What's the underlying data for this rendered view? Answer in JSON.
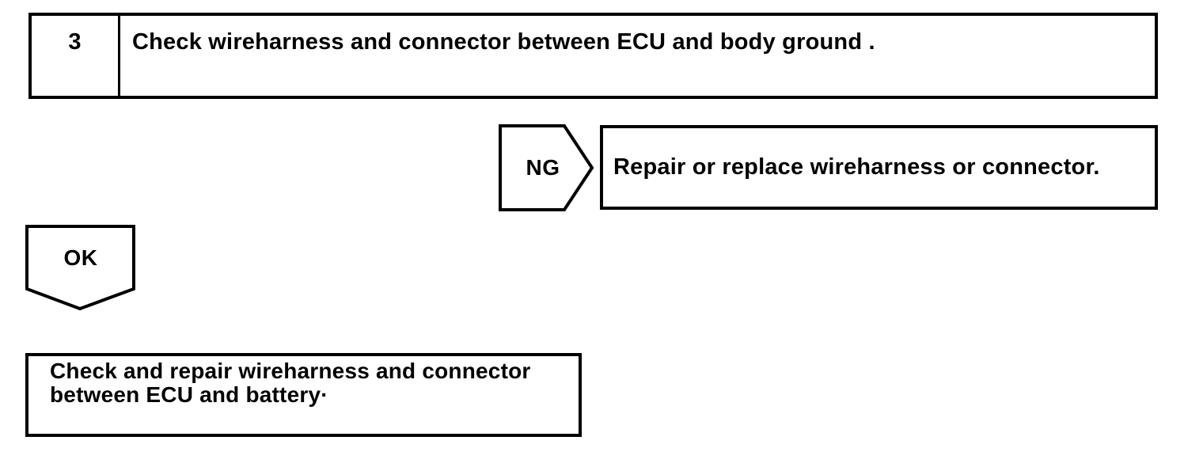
{
  "colors": {
    "line": "#000000",
    "background": "#ffffff"
  },
  "step_table": {
    "step_number": "3",
    "instruction": "Check wireharness and connector between ECU and body ground ."
  },
  "ng_branch": {
    "connector_label": "NG",
    "action": "Repair or replace wireharness or connector."
  },
  "ok_branch": {
    "connector_label": "OK"
  },
  "result_box": {
    "lines": [
      "Check and repair wireharness and connector",
      "between ECU and battery·"
    ]
  }
}
